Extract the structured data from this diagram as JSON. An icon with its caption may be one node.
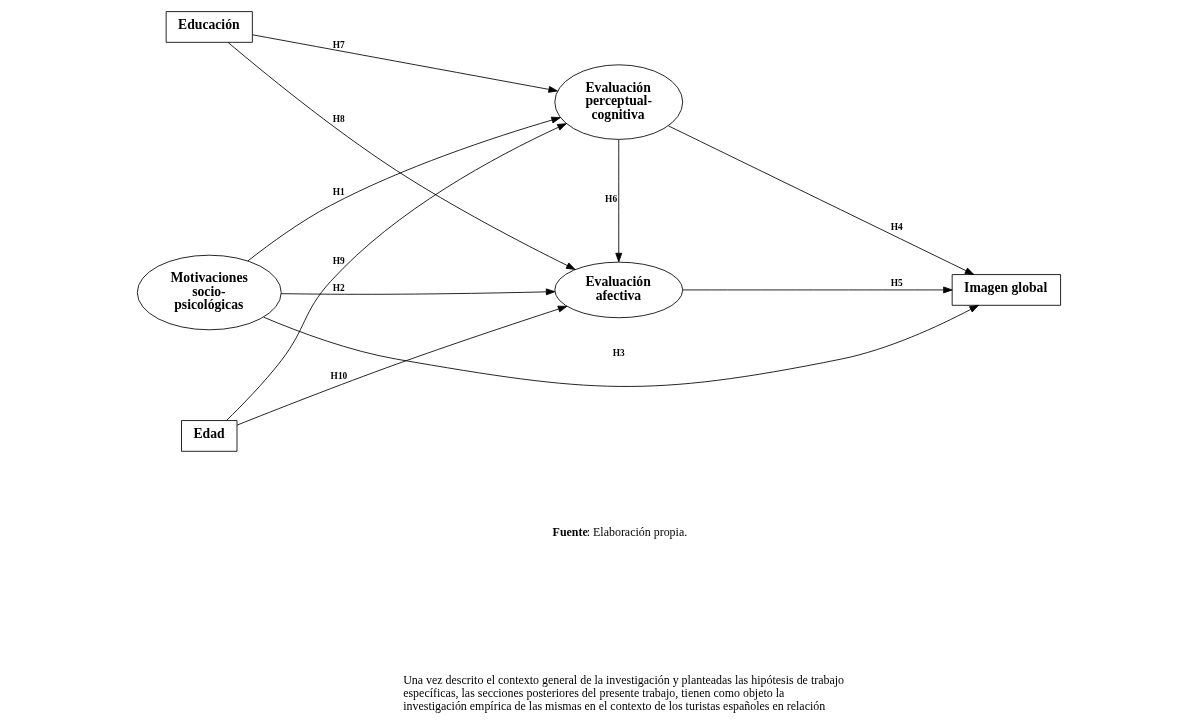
{
  "diagram": {
    "nodes": [
      {
        "text": [
          "Educación"
        ]
      },
      {
        "text": [
          "Evaluación perceptual-cognitiva"
        ]
      },
      {
        "text": [
          "Motivaciones socio-psicológicas"
        ]
      },
      {
        "text": [
          "Imagen global"
        ]
      },
      {
        "text": [
          "Edad"
        ]
      },
      {
        "text": [
          "Evaluación afectiva"
        ]
      }
    ],
    "edges": [
      {
        "from": 0,
        "to": 1,
        "arrow": "to",
        "label": "H7"
      },
      {
        "from": 0,
        "to": 5,
        "arrow": "to",
        "label": "H8"
      },
      {
        "from": 2,
        "to": 1,
        "arrow": "to",
        "label": "H1"
      },
      {
        "from": 2,
        "to": 3,
        "arrow": "to",
        "label": "H3"
      },
      {
        "from": 2,
        "to": 5,
        "arrow": "to",
        "label": "H2"
      },
      {
        "from": 1,
        "to": 3,
        "arrow": "to",
        "label": "H4"
      },
      {
        "from": 1,
        "to": 5,
        "arrow": "to",
        "label": "H6"
      },
      {
        "from": 5,
        "to": 3,
        "arrow": "to",
        "label": "H5"
      },
      {
        "from": 4,
        "to": 1,
        "arrow": "to",
        "label": "H9"
      },
      {
        "from": 4,
        "to": 5,
        "arrow": "to",
        "label": "H10"
      }
    ],
    "labels": [
      "**Fuente**: Elaboración propia.",
      "Una vez descrito el contexto general de la investigación y planteadas las hipótesis de trabajo específicas, las secciones posteriores del presente trabajo, tienen como objeto la investigación empírica de las mismas en el contexto de los turistas españoles en relación"
    ]
  }
}
